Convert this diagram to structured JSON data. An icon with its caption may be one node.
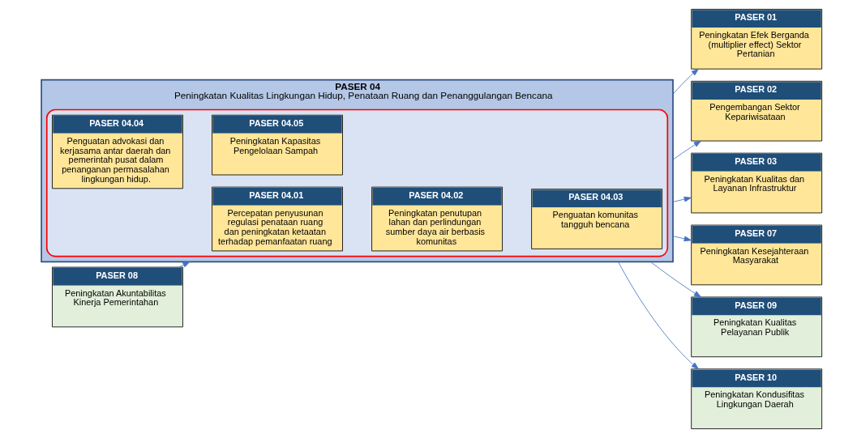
{
  "diagram": {
    "nodes": [
      {
        "text": [
          "PASER 04",
          "Peningkatan Kualitas Lingkungan Hidup, Penataan Ruang dan Penanggulangan Bencana"
        ]
      },
      {
        "text": [],
        "shape": "box",
        "in": 0
      },
      {
        "text": [
          "PASER 04.01",
          "Percepatan penyusunan regulasi penataan ruang dan peningkatan ketaatan terhadap pemanfaatan ruang"
        ],
        "in": 1
      },
      {
        "text": [
          "PASER 04.02",
          "Peningkatan penutupan lahan dan perlindungan sumber daya air berbasis komunitas"
        ],
        "in": 1
      },
      {
        "text": [
          "PASER 04.03",
          "Penguatan komunitas tangguh bencana"
        ],
        "in": 1
      },
      {
        "text": [
          "PASER 04.04",
          "Penguatan advokasi dan kerjasama antar daerah dan pemerintah pusat dalam penanganan permasalahan lingkungan hidup."
        ],
        "in": 1
      },
      {
        "text": [
          "PASER 04.05",
          "Peningkatan Kapasitas Pengelolaan Sampah"
        ],
        "in": 1
      },
      {
        "text": [
          "PASER 08",
          "Peningkatan Akuntabilitas Kinerja Pemerintahan"
        ]
      },
      {
        "text": [
          "PASER 01",
          "Peningkatan Efek Berganda (multiplier effect) Sektor Pertanian"
        ]
      },
      {
        "text": [
          "PASER 02",
          "Pengembangan Sektor Kepariwisataan"
        ]
      },
      {
        "text": [
          "PASER 03",
          "Peningkatan Kualitas dan Layanan Infrastruktur"
        ]
      },
      {
        "text": [
          "PASER 07",
          "Peningkatan Kesejahteraan Masyarakat"
        ]
      },
      {
        "text": [
          "PASER 09",
          "Peningkatan Kualitas Pelayanan Publik"
        ]
      },
      {
        "text": [
          "PASER 10",
          "Peningkatan Kondusifitas Lingkungan Daerah"
        ]
      }
    ],
    "edges": [
      {
        "from": 7,
        "to": 0,
        "arrow": "to"
      },
      {
        "from": 0,
        "to": 8,
        "arrow": "to"
      },
      {
        "from": 0,
        "to": 9,
        "arrow": "to"
      },
      {
        "from": 0,
        "to": 10,
        "arrow": "to"
      },
      {
        "from": 0,
        "to": 11,
        "arrow": "to"
      },
      {
        "from": 0,
        "to": 12,
        "arrow": "to"
      },
      {
        "from": 0,
        "to": 13,
        "arrow": "to"
      }
    ]
  }
}
